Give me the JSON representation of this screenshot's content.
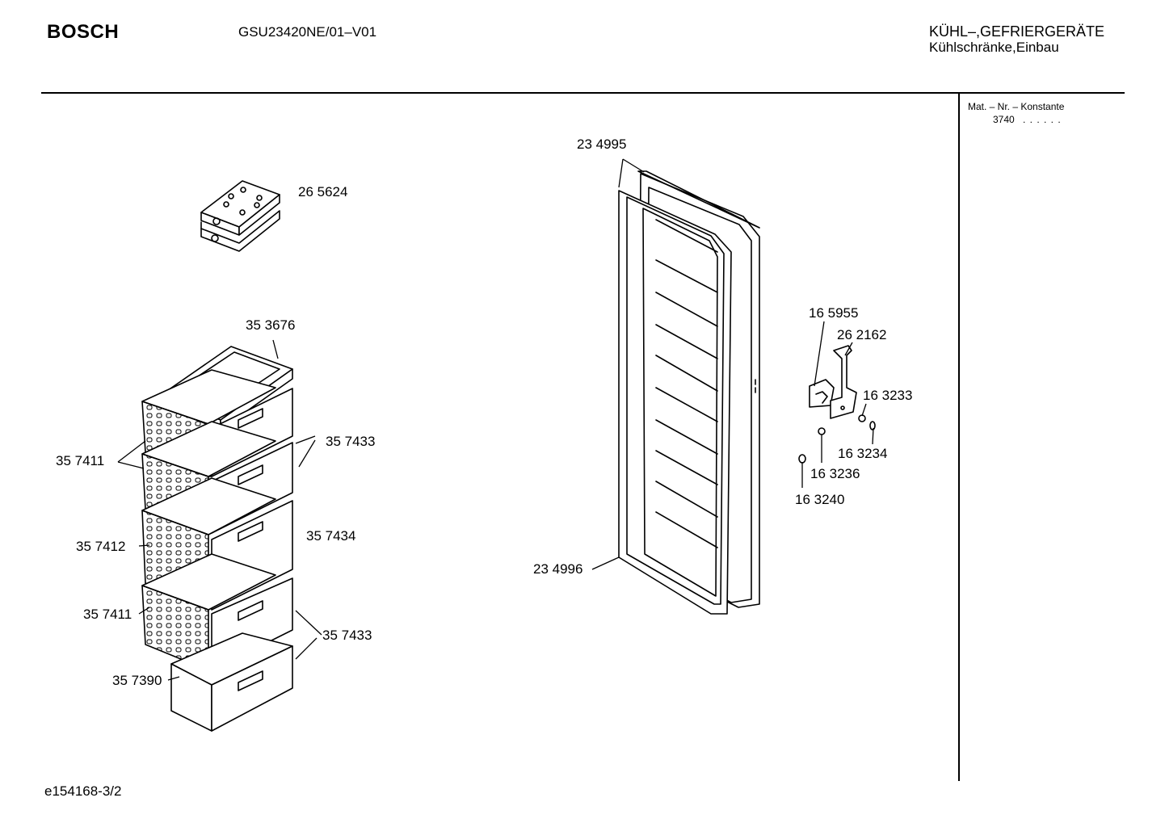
{
  "header": {
    "brand": "BOSCH",
    "model": "GSU23420NE/01–V01",
    "category_line1": "KÜHL–,GEFRIERGERÄTE",
    "category_line2": "Kühlschränke,Einbau"
  },
  "side_panel": {
    "label": "Mat. – Nr. – Konstante",
    "value": "3740",
    "dots": ". .  . . . ."
  },
  "footer": {
    "doc_id": "e154168-3/2"
  },
  "parts": [
    {
      "id": "p265624",
      "label": "26 5624"
    },
    {
      "id": "p353676",
      "label": "35 3676"
    },
    {
      "id": "p357433a",
      "label": "35 7433"
    },
    {
      "id": "p357411a",
      "label": "35 7411"
    },
    {
      "id": "p357434",
      "label": "35 7434"
    },
    {
      "id": "p357412",
      "label": "35 7412"
    },
    {
      "id": "p357411b",
      "label": "35 7411"
    },
    {
      "id": "p357433b",
      "label": "35 7433"
    },
    {
      "id": "p357390",
      "label": "35 7390"
    },
    {
      "id": "p234995",
      "label": "23 4995"
    },
    {
      "id": "p234996",
      "label": "23 4996"
    },
    {
      "id": "p165955",
      "label": "16 5955"
    },
    {
      "id": "p262162",
      "label": "26 2162"
    },
    {
      "id": "p163233",
      "label": "16 3233"
    },
    {
      "id": "p163234",
      "label": "16 3234"
    },
    {
      "id": "p163236",
      "label": "16 3236"
    },
    {
      "id": "p163240",
      "label": "16 3240"
    }
  ]
}
